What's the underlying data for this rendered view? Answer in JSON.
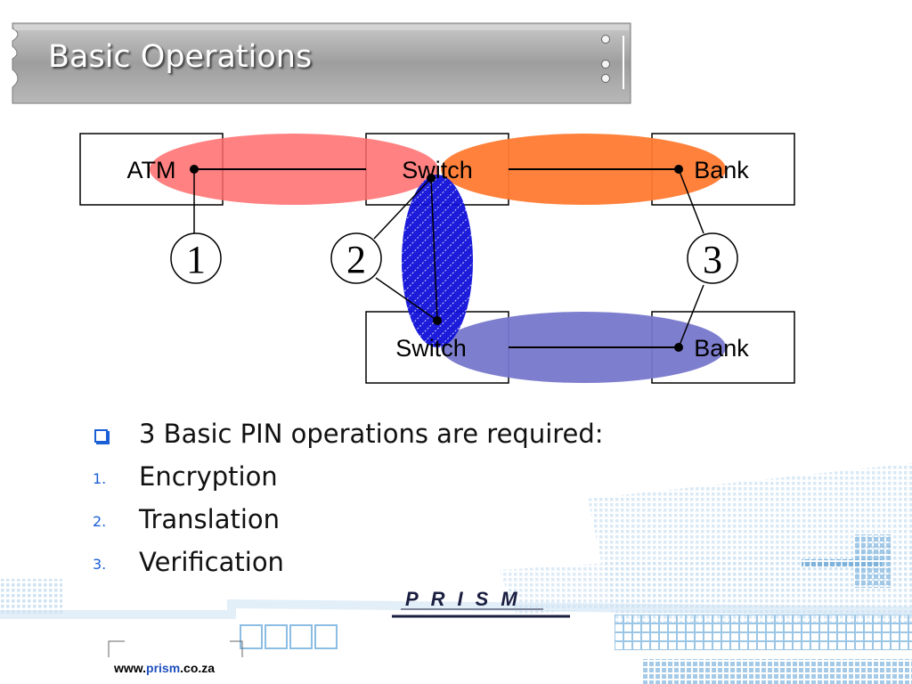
{
  "slide": {
    "title": "Basic Operations",
    "footer_url": {
      "prefix": "www.",
      "brand": "prism",
      "suffix": ".co.za"
    },
    "logo_text": "PRISM"
  },
  "diagram": {
    "nodes": {
      "atm": "ATM",
      "switch_top": "Switch",
      "bank_top": "Bank",
      "switch_bottom": "Switch",
      "bank_bottom": "Bank"
    },
    "callouts": {
      "one": "1",
      "two": "2",
      "three": "3"
    },
    "colors": {
      "encryption_zone": "#ff6b6b",
      "translation_zone": "#1a1acc",
      "verification_zone_top": "#ff7a30",
      "verification_zone_bottom": "#7777cc"
    }
  },
  "bullets": {
    "intro": "3 Basic PIN operations are required:",
    "items": [
      {
        "number": "1.",
        "text": "Encryption"
      },
      {
        "number": "2.",
        "text": "Translation"
      },
      {
        "number": "3.",
        "text": "Verification"
      }
    ]
  }
}
